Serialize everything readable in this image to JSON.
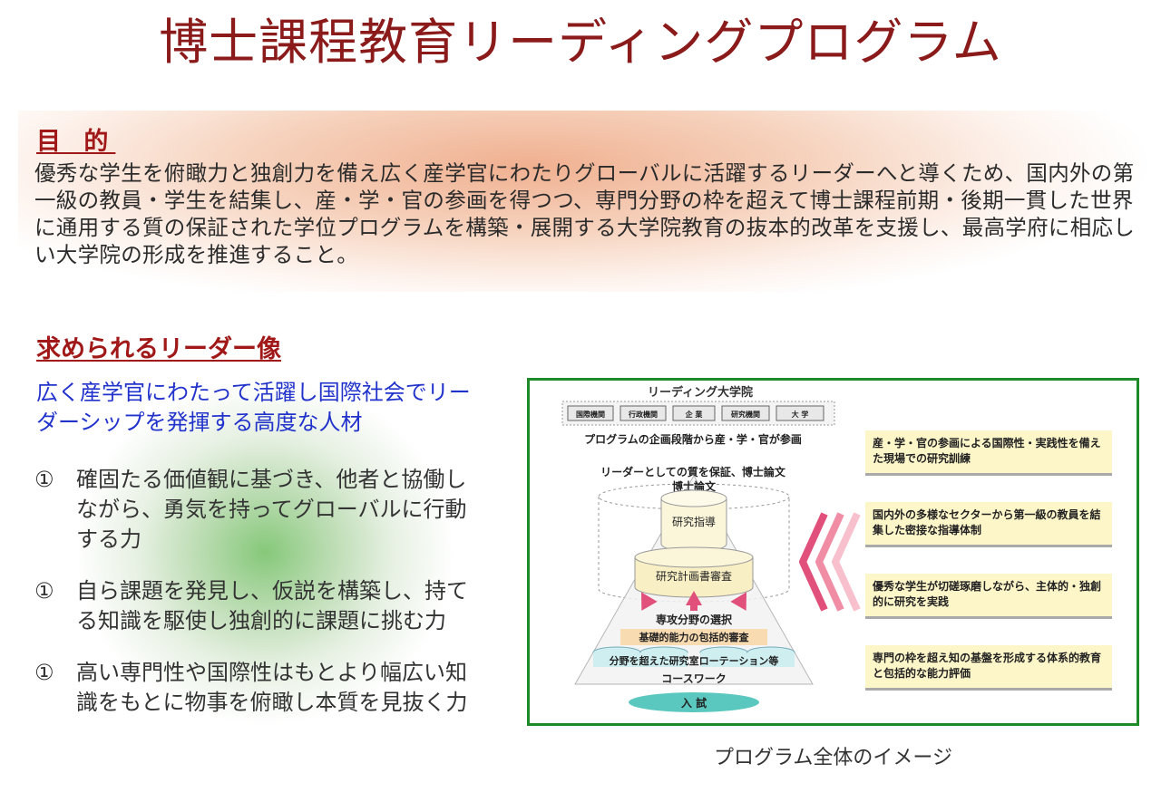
{
  "title": "博士課程教育リーディングプログラム",
  "purpose": {
    "heading": "目 的",
    "text": "優秀な学生を俯瞰力と独創力を備え広く産学官にわたりグローバルに活躍するリーダーへと導くため、国内外の第一級の教員・学生を結集し、産・学・官の参画を得つつ、専門分野の枠を超えて博士課程前期・後期一貫した世界に通用する質の保証された学位プログラムを構築・展開する大学院教育の抜本的改革を支援し、最高学府に相応しい大学院の形成を推進すること。"
  },
  "leader": {
    "heading": "求められるリーダー像",
    "subtitle": "広く産学官にわたって活躍し国際社会でリーダーシップを発揮する高度な人材",
    "items": [
      {
        "num": "①",
        "text": "確固たる価値観に基づき、他者と協働しながら、勇気を持ってグローバルに行動する力"
      },
      {
        "num": "①",
        "text": "自ら課題を発見し、仮説を構築し、持てる知識を駆使し独創的に課題に挑む力"
      },
      {
        "num": "①",
        "text": "高い専門性や国際性はもとより幅広い知識をもとに物事を俯瞰し本質を見抜く力"
      }
    ]
  },
  "figure": {
    "caption": "プログラム全体のイメージ",
    "top_label": "リーディング大学院",
    "orgs": [
      "国際機関",
      "行政機関",
      "企 業",
      "研究機関",
      "大 学"
    ],
    "participation": "プログラムの企画段階から産・学・官が参画",
    "quality": "リーダーとしての質を保証、博士論文",
    "thesis": "博士論文",
    "guidance": "研究指導",
    "plan_review": "研究計画書審査",
    "major_select": "専攻分野の選択",
    "basic_review": "基礎的能力の包括的審査",
    "rotation": "分野を超えた研究室ローテーション等",
    "coursework": "コースワーク",
    "entrance": "入 試",
    "notes": [
      "産・学・官の参画による国際性・実践性を備えた現場での研究訓練",
      "国内外の多様なセクターから第一級の教員を結集した密接な指導体制",
      "優秀な学生が切磋琢磨しながら、主体的・独創的に研究を実践",
      "専門の枠を超え知の基盤を形成する体系的教育と包括的な能力評価"
    ],
    "colors": {
      "border": "#1e8a2a",
      "arrow": "#e0507a",
      "note_bg": "#fdf6c9",
      "entrance": "#5bc8c0"
    }
  }
}
